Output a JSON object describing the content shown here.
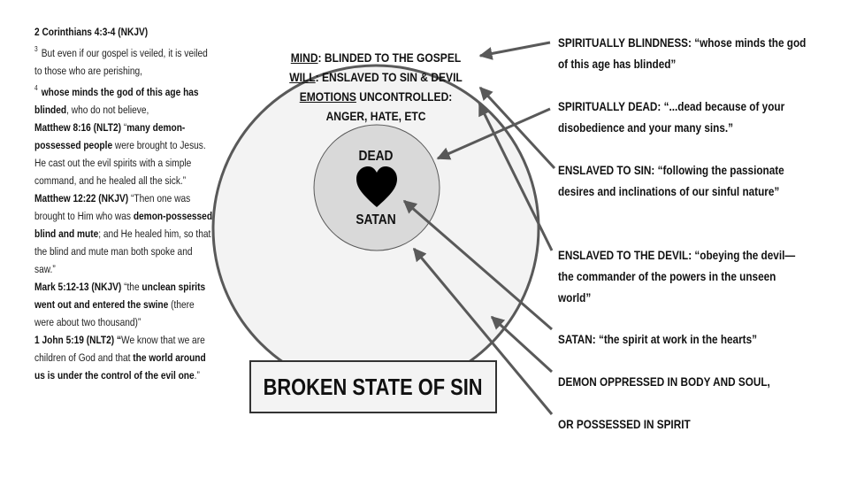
{
  "scripture_panel": [
    [
      {
        "t": "2 Corinthians 4:3-4 (NKJV)",
        "b": true
      }
    ],
    [
      {
        "sup": "3"
      },
      {
        "t": "But even if our gospel is veiled, it is veiled to those who are perishing,"
      }
    ],
    [
      {
        "sup": "4"
      },
      {
        "t": "whose minds the god of this age has blinded",
        "b": true
      },
      {
        "t": ", who do not believe,"
      }
    ],
    [
      {
        "t": "Matthew 8:16 (NLT2)",
        "b": true
      },
      {
        "t": " “"
      },
      {
        "t": "many demon-possessed people",
        "b": true
      },
      {
        "t": " were brought to Jesus. He cast out the evil spirits with a simple command, and he healed all the sick.”"
      }
    ],
    [
      {
        "t": "Matthew 12:22 (NKJV)",
        "b": true
      },
      {
        "t": " “Then one was brought to Him who was "
      },
      {
        "t": "demon-possessed, blind and mute",
        "b": true
      },
      {
        "t": "; and He healed him, so that the blind and mute man both spoke and saw.”"
      }
    ],
    [
      {
        "t": "Mark 5:12-13 (NKJV)",
        "b": true
      },
      {
        "t": " “the "
      },
      {
        "t": "unclean spirits went out and entered the swine",
        "b": true
      },
      {
        "t": " (there were about two thousand)”"
      }
    ],
    [
      {
        "t": "1 John 5:19 (NLT2) “",
        "b": true
      },
      {
        "t": "We know that we are children of God and that "
      },
      {
        "t": "the world around us is under the control of the evil one",
        "b": true
      },
      {
        "t": ".”"
      }
    ]
  ],
  "outer_circle": {
    "mind_label": "MIND",
    "mind_text": ": BLINDED TO THE GOSPEL",
    "will_label": "WILL",
    "will_text": ": ENSLAVED TO SIN & DEVIL",
    "emotions_label": "EMOTIONS",
    "emotions_text": " UNCONTROLLED:",
    "emotions_text2": "ANGER, HATE, ETC"
  },
  "inner_circle": {
    "top": "DEAD",
    "icon": "heart-icon",
    "bottom": "SATAN"
  },
  "title": "BROKEN STATE OF SIN",
  "annotations": [
    "SPIRITUALLY BLINDNESS: “whose minds the god of this age has blinded”",
    "SPIRITUALLY DEAD: “...dead because of your disobedience and your many sins.”",
    "ENSLAVED TO SIN: “following the passionate desires and inclinations of our sinful nature”",
    "ENSLAVED TO THE DEVIL: “obeying the devil—the commander of the powers in the unseen world”",
    "SATAN: “the spirit at work in the hearts”",
    "DEMON OPPRESSED IN BODY AND SOUL,",
    "OR POSSESSED IN SPIRIT"
  ],
  "colors": {
    "outer_fill": "#f3f3f3",
    "inner_fill": "#d9d9d9",
    "stroke": "#595959"
  }
}
